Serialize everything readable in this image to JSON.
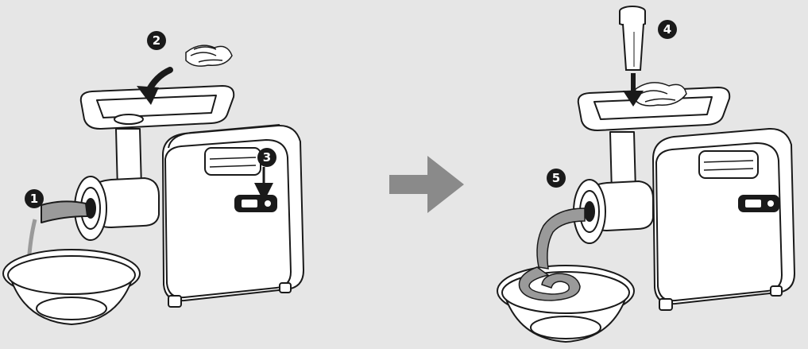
{
  "steps": [
    {
      "number": "1"
    },
    {
      "number": "2"
    },
    {
      "number": "3"
    },
    {
      "number": "4"
    },
    {
      "number": "5"
    }
  ],
  "colors": {
    "background": "#e6e6e6",
    "outline": "#1a1a1a",
    "body_fill": "#ffffff",
    "arrow_gray": "#8a8a8a",
    "meat_gray": "#9a9a9a",
    "badge": "#1a1a1a"
  },
  "icons": {
    "flow_arrow": "right-arrow-icon",
    "power_switch": "switch-icon"
  }
}
